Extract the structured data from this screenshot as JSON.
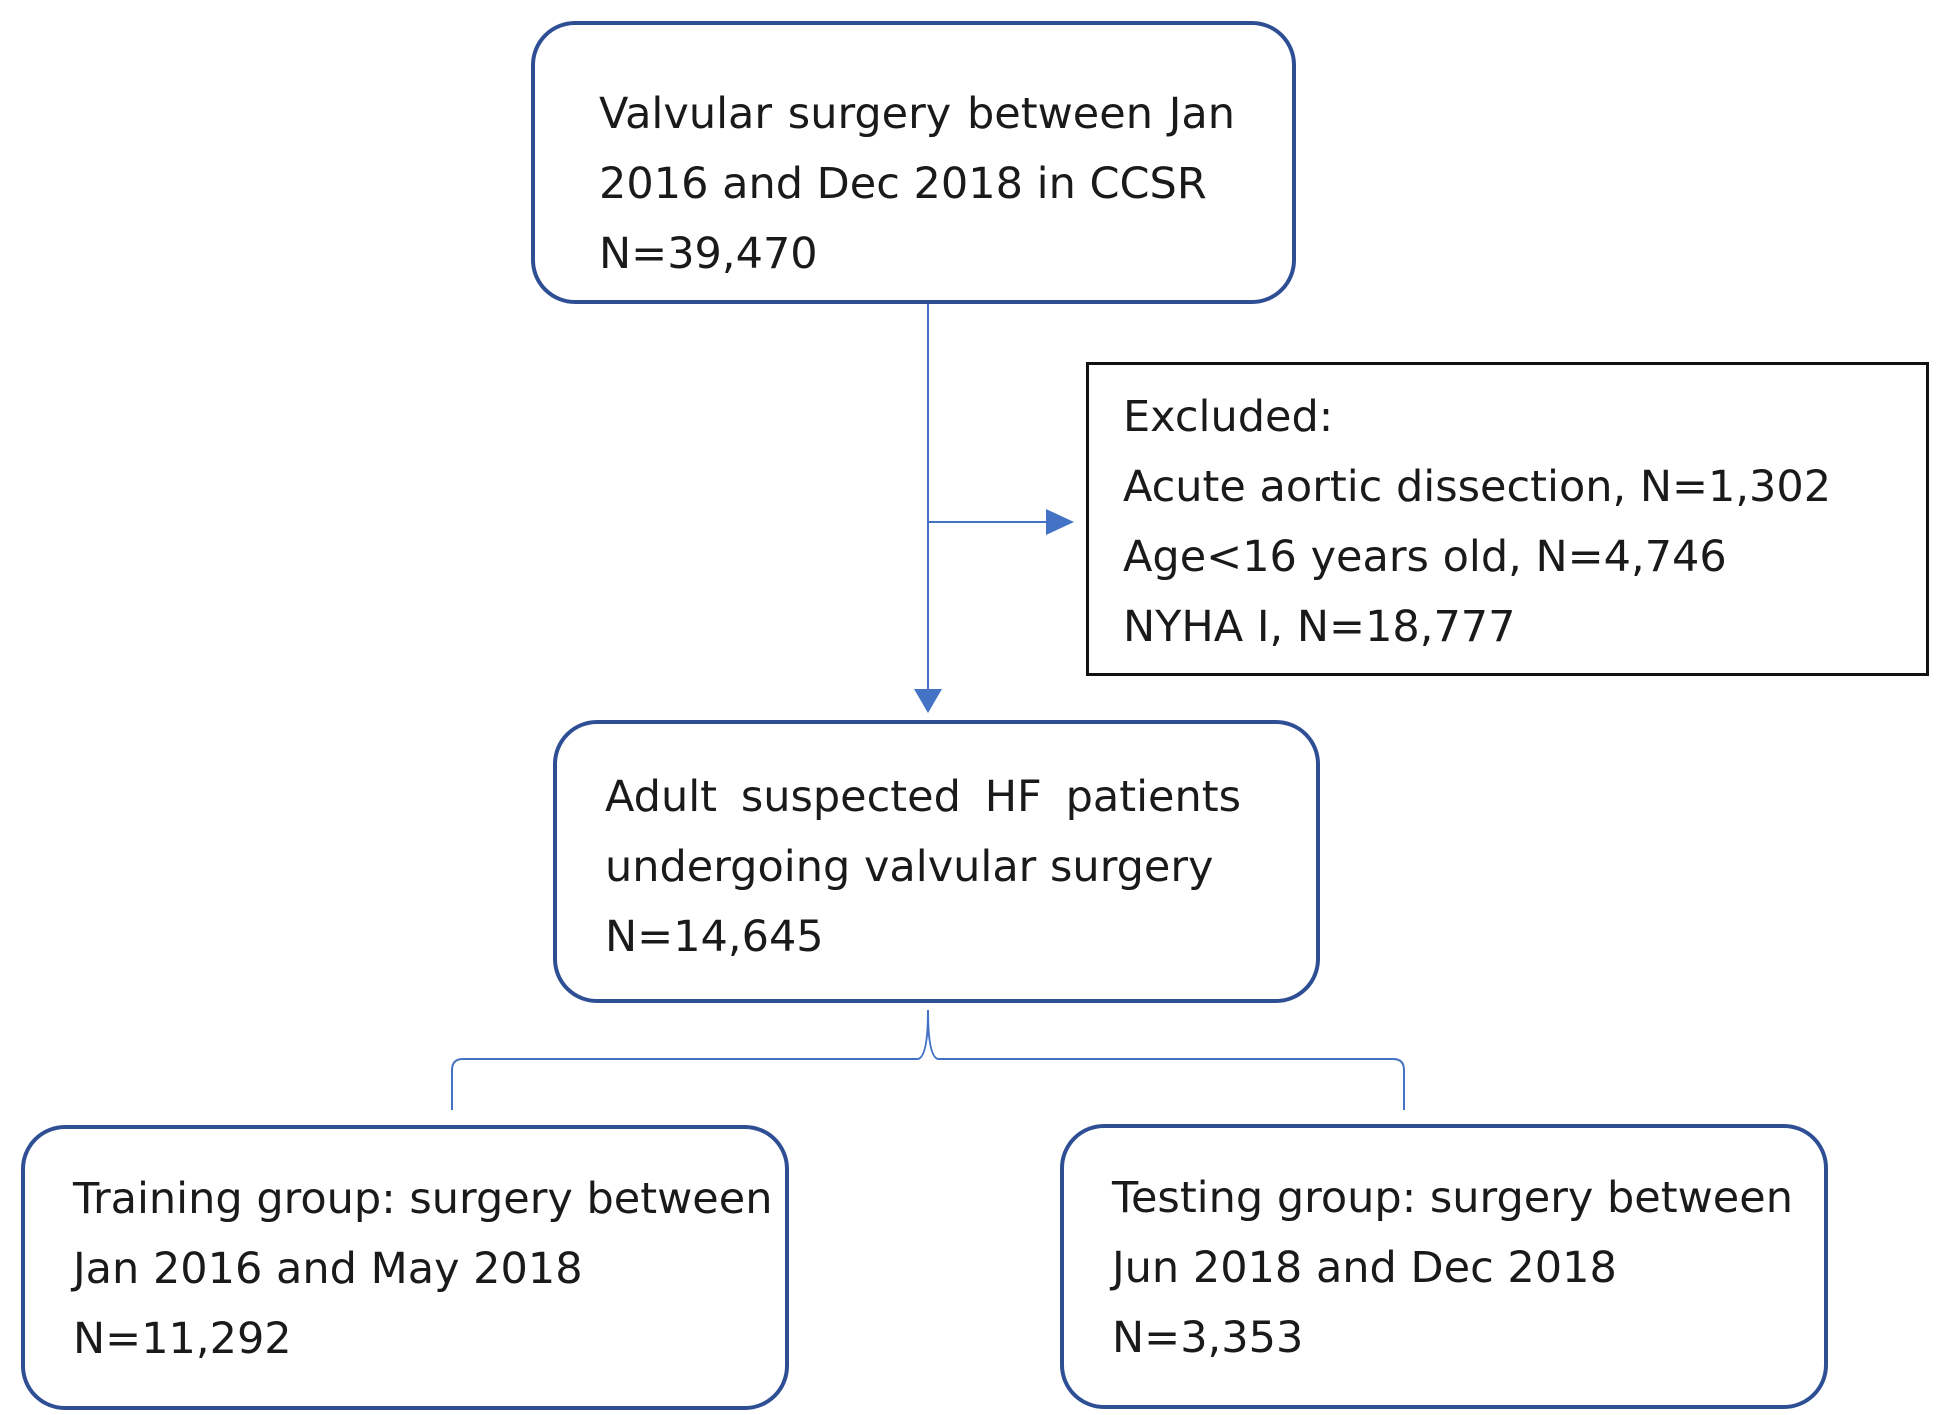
{
  "colors": {
    "box_border": "#2f4f95",
    "connector": "#4472c4",
    "excluded_border": "#111111",
    "text": "#1a1a1a",
    "background": "#ffffff"
  },
  "boxes": {
    "source": {
      "lines": [
        "Valvular surgery between Jan",
        "2016 and Dec 2018 in CCSR",
        "N=39,470"
      ]
    },
    "excluded": {
      "lines": [
        "Excluded:",
        "Acute aortic dissection, N=1,302",
        "Age<16 years old, N=4,746",
        "NYHA I, N=18,777"
      ]
    },
    "cohort": {
      "lines": [
        "Adult suspected HF patients",
        "undergoing valvular surgery",
        "N=14,645"
      ]
    },
    "training": {
      "lines": [
        "Training group: surgery between",
        "Jan 2016 and May 2018",
        "N=11,292"
      ]
    },
    "testing": {
      "lines": [
        "Testing group: surgery between",
        "Jun 2018 and Dec 2018",
        "N=3,353"
      ]
    }
  }
}
